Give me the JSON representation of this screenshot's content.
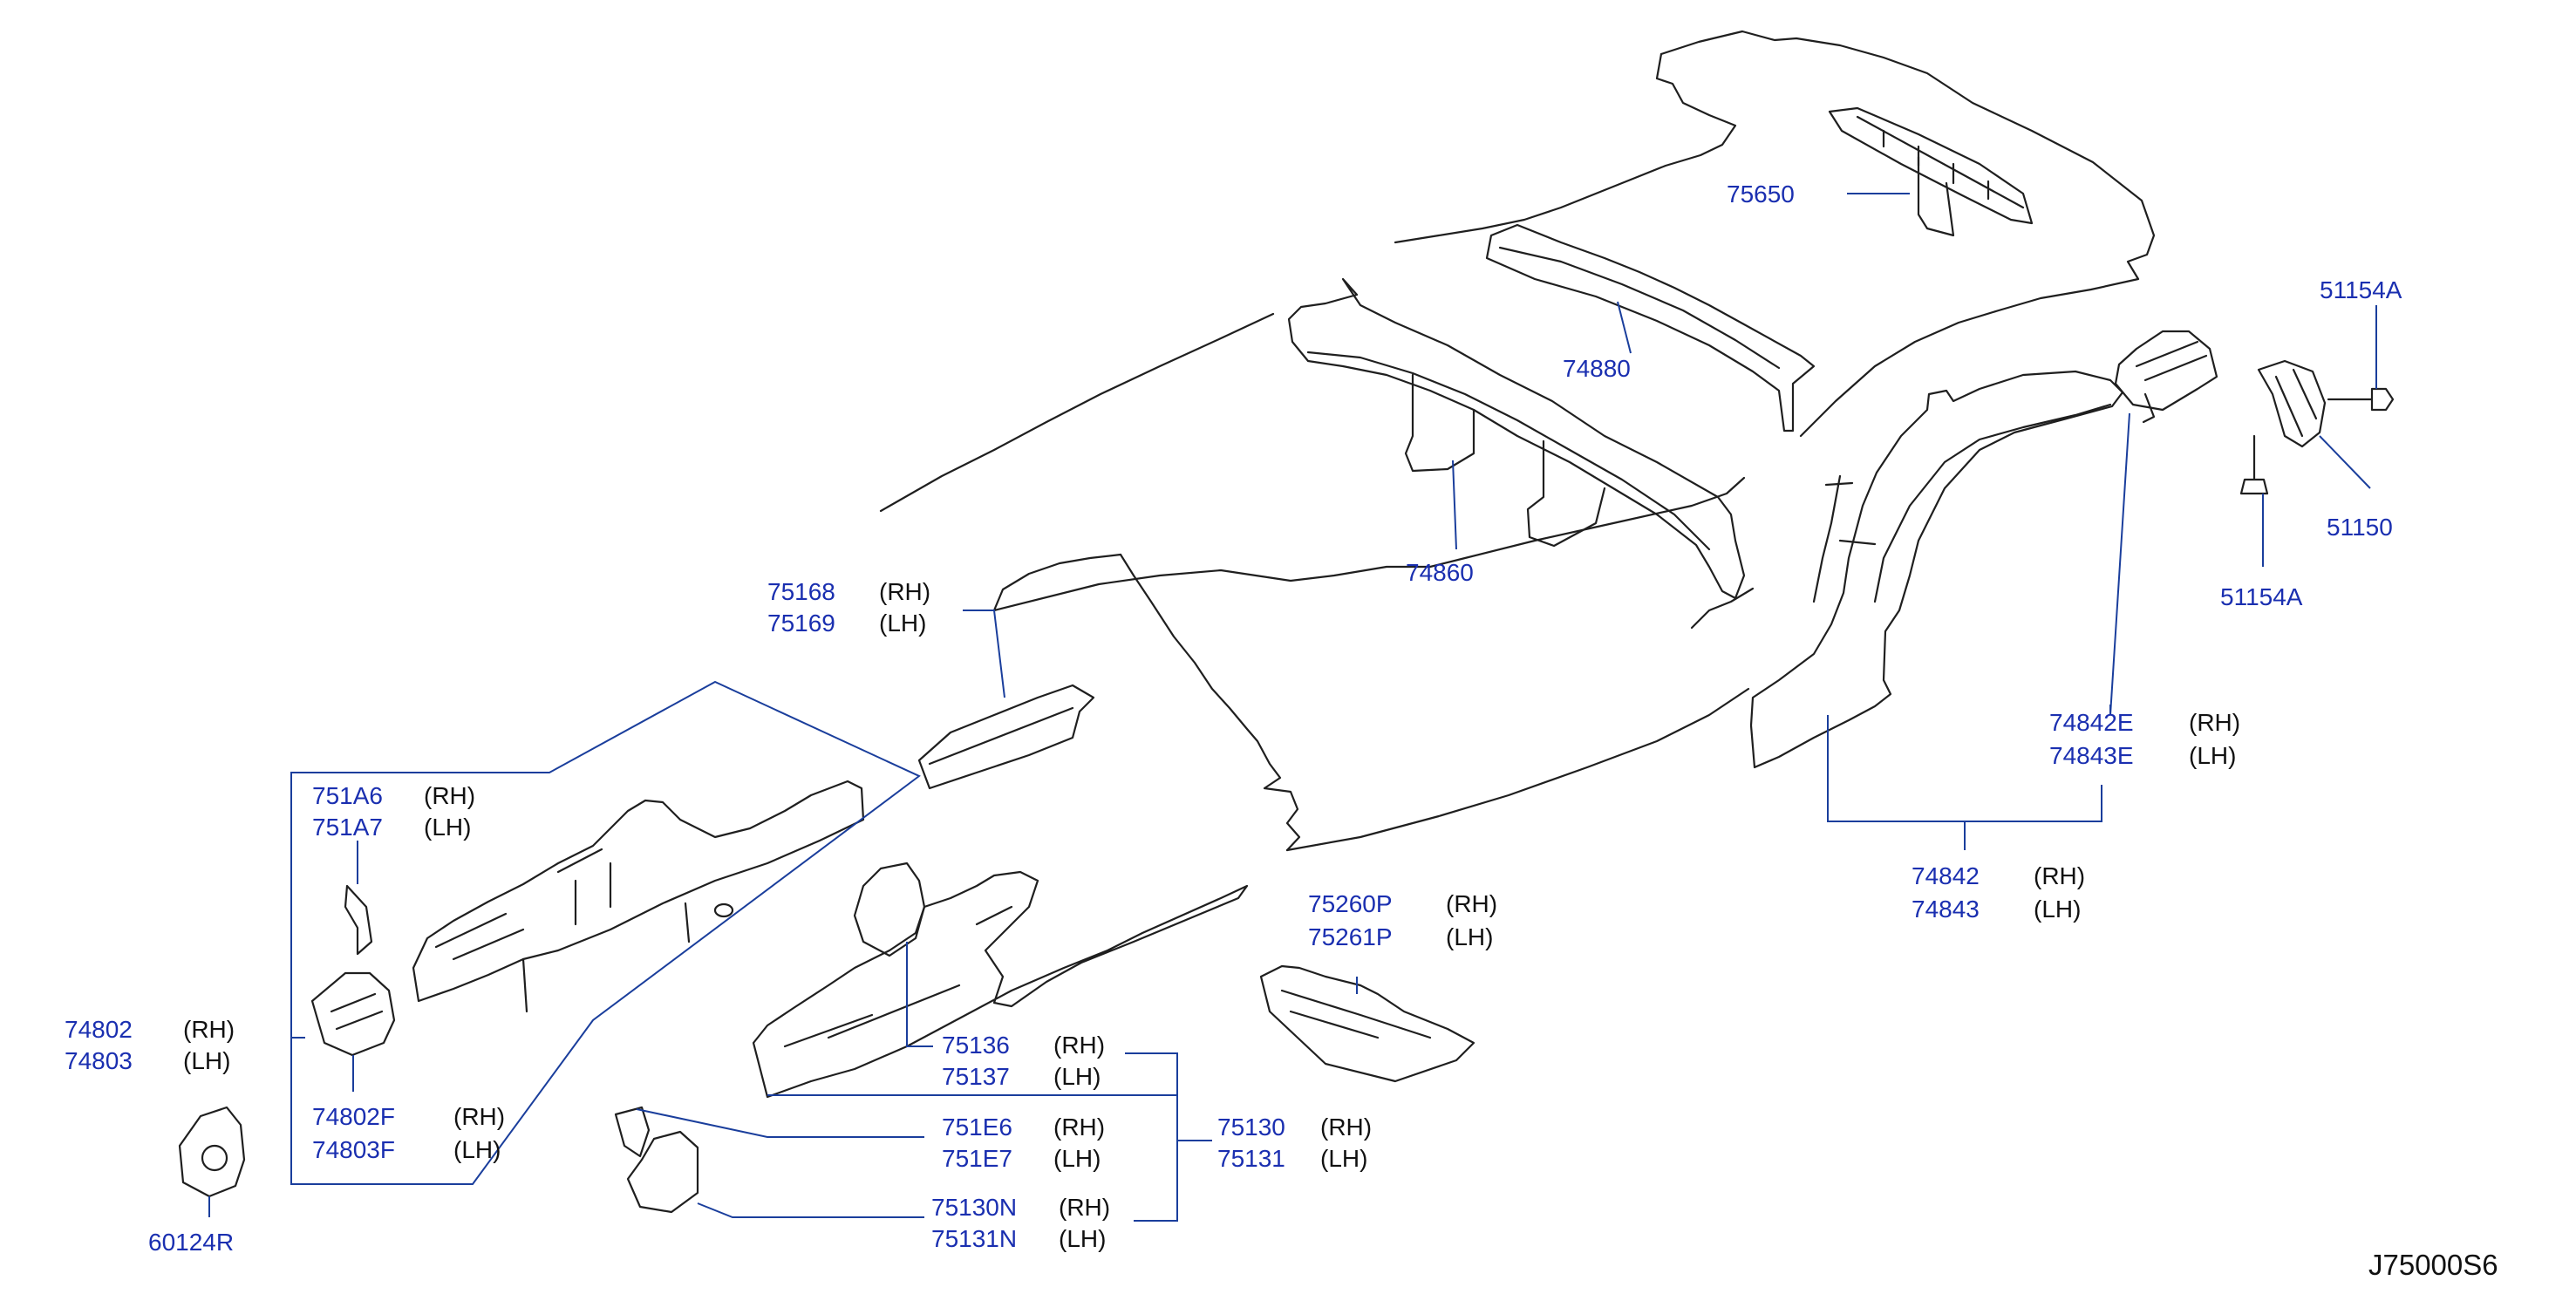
{
  "diagram_code": "J75000S6",
  "callouts": [
    {
      "part": "75650",
      "side": ""
    },
    {
      "part": "74880",
      "side": ""
    },
    {
      "part": "74860",
      "side": ""
    },
    {
      "part": "51154A",
      "side": ""
    },
    {
      "part": "51150",
      "side": ""
    },
    {
      "part": "51154A",
      "side": ""
    },
    {
      "part": "75168",
      "side": "(RH)"
    },
    {
      "part": "75169",
      "side": "(LH)"
    },
    {
      "part": "74842E",
      "side": "(RH)"
    },
    {
      "part": "74843E",
      "side": "(LH)"
    },
    {
      "part": "751A6",
      "side": "(RH)"
    },
    {
      "part": "751A7",
      "side": "(LH)"
    },
    {
      "part": "74842",
      "side": "(RH)"
    },
    {
      "part": "74843",
      "side": "(LH)"
    },
    {
      "part": "75260P",
      "side": "(RH)"
    },
    {
      "part": "75261P",
      "side": "(LH)"
    },
    {
      "part": "74802",
      "side": "(RH)"
    },
    {
      "part": "74803",
      "side": "(LH)"
    },
    {
      "part": "75136",
      "side": "(RH)"
    },
    {
      "part": "75137",
      "side": "(LH)"
    },
    {
      "part": "74802F",
      "side": "(RH)"
    },
    {
      "part": "74803F",
      "side": "(LH)"
    },
    {
      "part": "751E6",
      "side": "(RH)"
    },
    {
      "part": "751E7",
      "side": "(LH)"
    },
    {
      "part": "75130",
      "side": "(RH)"
    },
    {
      "part": "75131",
      "side": "(LH)"
    },
    {
      "part": "75130N",
      "side": "(RH)"
    },
    {
      "part": "75131N",
      "side": "(LH)"
    },
    {
      "part": "60124R",
      "side": ""
    }
  ]
}
